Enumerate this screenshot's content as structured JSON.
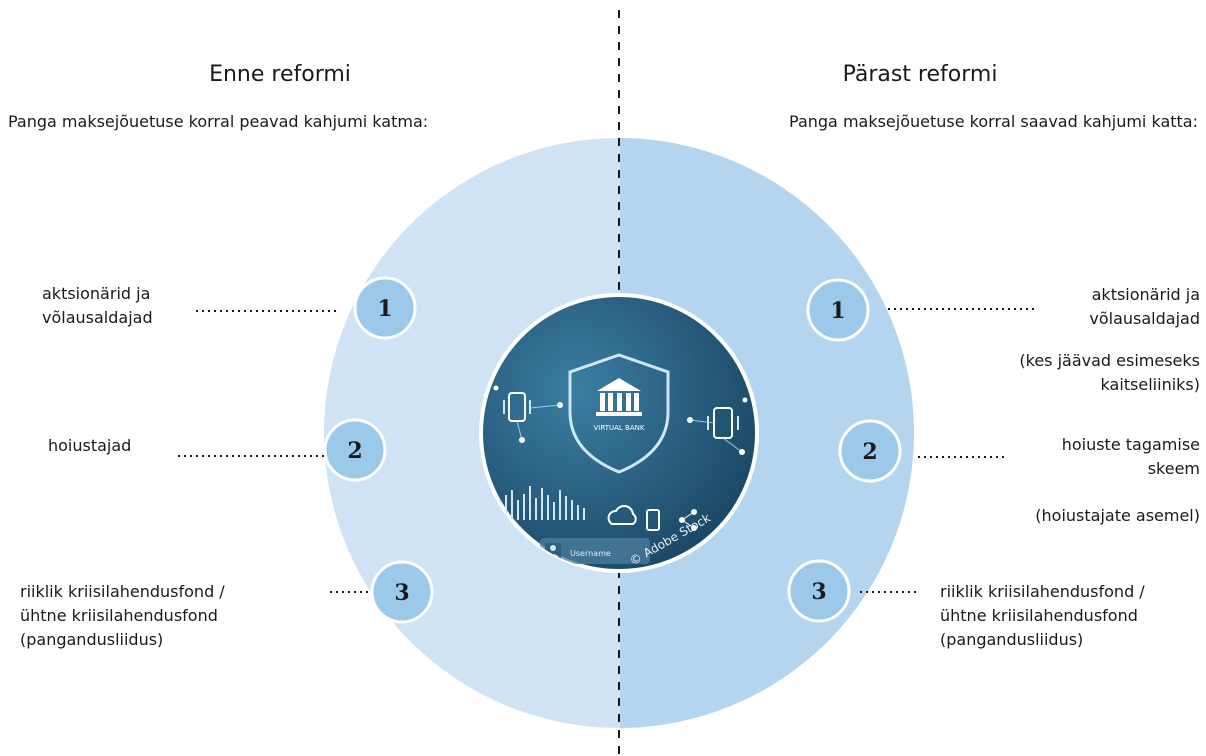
{
  "colors": {
    "left_circle": "#cfe3f4",
    "right_circle": "#b3d5ef",
    "number_badge": "#9cc9ea",
    "center_image_dark": "#17415e",
    "center_image_light": "#3b7ea4",
    "divider": "#1a1a1a"
  },
  "left": {
    "heading": "Enne reformi",
    "subheading": "Panga maksejõuetuse korral peavad kahjumi katma:",
    "items": [
      {
        "number": "1",
        "label_lines": [
          "aktsionärid ja",
          "võlausaldajad"
        ]
      },
      {
        "number": "2",
        "label_lines": [
          "hoiustajad"
        ]
      },
      {
        "number": "3",
        "label_lines": [
          "riiklik kriisilahendusfond /",
          "ühtne kriisilahendusfond",
          "(pangandusliidus)"
        ]
      }
    ]
  },
  "right": {
    "heading": "Pärast reformi",
    "subheading": "Panga maksejõuetuse korral saavad kahjumi katta:",
    "items": [
      {
        "number": "1",
        "label_lines": [
          "aktsionärid ja",
          "võlausaldajad"
        ],
        "note_lines": [
          "(kes jäävad esimeseks",
          "kaitseliiniks)"
        ]
      },
      {
        "number": "2",
        "label_lines": [
          "hoiuste tagamise",
          "skeem"
        ],
        "note_lines": [
          "(hoiustajate asemel)"
        ]
      },
      {
        "number": "3",
        "label_lines": [
          "riiklik kriisilahendusfond /",
          "ühtne kriisilahendusfond",
          "(pangandusliidus)"
        ]
      }
    ]
  },
  "center_image": {
    "shield_text": "VIRTUAL BANK",
    "username_text": "Username",
    "watermark": "© Adobe Stock",
    "icons": [
      "bank-icon",
      "shield-icon",
      "smartphone-icon",
      "cloud-icon",
      "network-icon"
    ]
  }
}
